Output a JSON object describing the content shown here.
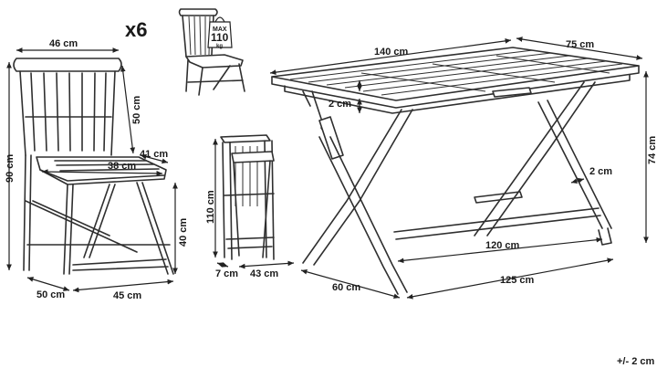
{
  "chair": {
    "quantity": "x6",
    "width": "46 cm",
    "back_height": "50 cm",
    "total_height": "90 cm",
    "seat_depth": "41 cm",
    "seat_width": "38 cm",
    "seat_height": "40 cm",
    "base_depth": "50 cm",
    "base_width": "45 cm"
  },
  "max_load": {
    "line1": "MAX",
    "line2": "110",
    "line3": "kg"
  },
  "folded_chair": {
    "height": "110 cm",
    "depth": "7 cm",
    "width": "43 cm"
  },
  "table": {
    "length": "140 cm",
    "width": "75 cm",
    "top_thickness": "2 cm",
    "height": "74 cm",
    "leg_thickness": "2 cm",
    "inner_span": "120 cm",
    "base_length": "125 cm",
    "base_width": "60 cm"
  },
  "tolerance": "+/- 2 cm"
}
